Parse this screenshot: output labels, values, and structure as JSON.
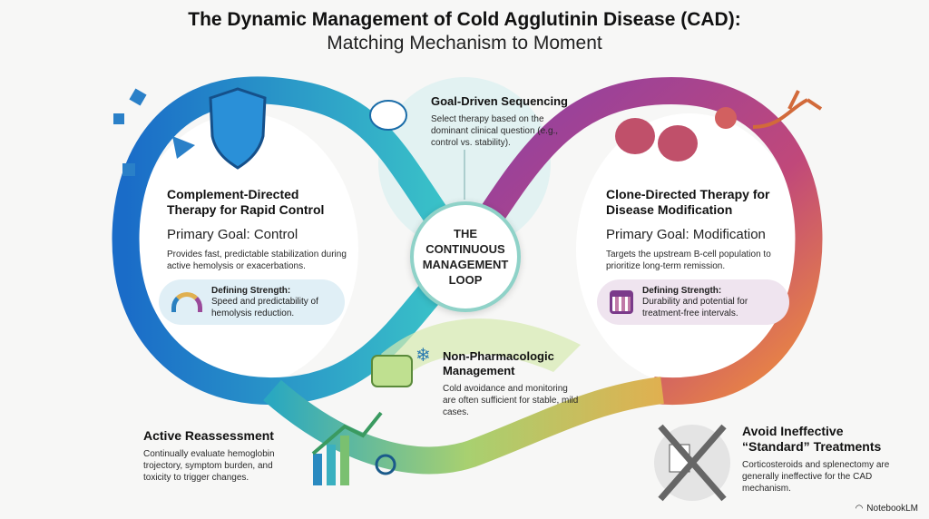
{
  "title": {
    "line1": "The Dynamic Management of Cold Agglutinin Disease (CAD):",
    "line2": "Matching Mechanism to Moment"
  },
  "center": {
    "label": "THE CONTINUOUS MANAGEMENT LOOP"
  },
  "complement": {
    "heading": "Complement-Directed Therapy for Rapid Control",
    "goal": "Primary Goal: Control",
    "text": "Provides fast, predictable stabilization during active hemolysis or exacerbations.",
    "strength_heading": "Defining Strength:",
    "strength_text": "Speed and predictability of hemolysis reduction."
  },
  "clone": {
    "heading": "Clone-Directed Therapy for Disease Modification",
    "goal": "Primary Goal: Modification",
    "text": "Targets the upstream B-cell population to prioritize long-term remission.",
    "strength_heading": "Defining Strength:",
    "strength_text": "Durability and potential for treatment-free intervals."
  },
  "sequencing": {
    "heading": "Goal-Driven Sequencing",
    "text": "Select therapy based on the dominant clinical question (e.g., control vs. stability)."
  },
  "nonpharm": {
    "heading": "Non-Pharmacologic Management",
    "text": "Cold avoidance and monitoring are often sufficient for stable, mild cases."
  },
  "reassess": {
    "heading": "Active Reassessment",
    "text": "Continually evaluate hemoglobin trojectory, symptom burden, and toxicity to trigger changes."
  },
  "avoid": {
    "heading": "Avoid Ineffective “Standard” Treatments",
    "text": "Corticosteroids and splenectomy are generally ineffective for the CAD mechanism."
  },
  "brand": {
    "label": "NotebookLM"
  },
  "colors": {
    "blue": "#1f7fd0",
    "teal": "#3cc0c0",
    "purple": "#8a3fa0",
    "orange": "#e8783a",
    "green": "#a8d070"
  }
}
